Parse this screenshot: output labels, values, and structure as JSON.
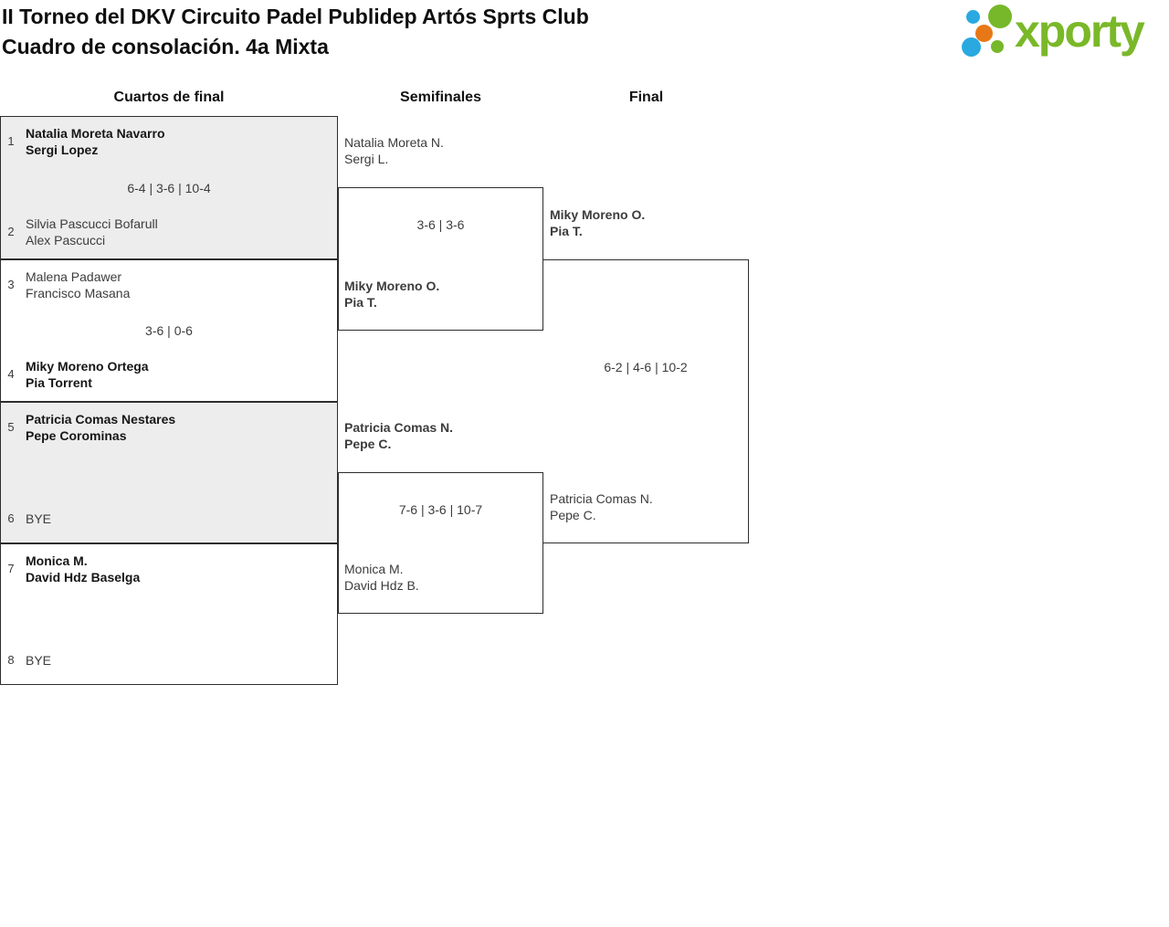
{
  "header": {
    "title_line1": "II Torneo del DKV Circuito Padel Publidep Artós Sprts Club",
    "title_line2": "Cuadro de consolación. 4a Mixta",
    "logo": {
      "text": "xporty",
      "green": "#76b82a",
      "blue": "#29a9e0",
      "orange": "#e87817"
    }
  },
  "bracket": {
    "rounds": [
      {
        "label": "Cuartos de final"
      },
      {
        "label": "Semifinales"
      },
      {
        "label": "Final"
      }
    ],
    "colors": {
      "shaded_row": "#ededed",
      "border": "#2d2d2d"
    },
    "quarterfinals": [
      {
        "seed_top": "1",
        "team_top": [
          "Natalia Moreta Navarro",
          "Sergi Lopez"
        ],
        "top_winner": true,
        "score": "6-4 | 3-6 | 10-4",
        "seed_bottom": "2",
        "team_bottom": [
          "Silvia Pascucci Bofarull",
          "Alex Pascucci"
        ],
        "bottom_winner": false
      },
      {
        "seed_top": "3",
        "team_top": [
          "Malena Padawer",
          "Francisco Masana"
        ],
        "top_winner": false,
        "score": "3-6 | 0-6",
        "seed_bottom": "4",
        "team_bottom": [
          "Miky Moreno Ortega",
          "Pia Torrent"
        ],
        "bottom_winner": true
      },
      {
        "seed_top": "5",
        "team_top": [
          "Patricia Comas Nestares",
          "Pepe Corominas"
        ],
        "top_winner": true,
        "score": "",
        "seed_bottom": "6",
        "team_bottom": [
          "BYE"
        ],
        "bottom_winner": false
      },
      {
        "seed_top": "7",
        "team_top": [
          "Monica M.",
          "David Hdz Baselga"
        ],
        "top_winner": true,
        "score": "",
        "seed_bottom": "8",
        "team_bottom": [
          "BYE"
        ],
        "bottom_winner": false
      }
    ],
    "semifinals": [
      {
        "team_top": [
          "Natalia Moreta N.",
          "Sergi L."
        ],
        "top_winner": false,
        "score": "3-6 | 3-6",
        "team_bottom": [
          "Miky Moreno O.",
          "Pia T."
        ],
        "bottom_winner": true
      },
      {
        "team_top": [
          "Patricia Comas N.",
          "Pepe C."
        ],
        "top_winner": true,
        "score": "7-6 | 3-6 | 10-7",
        "team_bottom": [
          "Monica M.",
          "David Hdz B."
        ],
        "bottom_winner": false
      }
    ],
    "final": {
      "team_top": [
        "Miky Moreno O.",
        "Pia T."
      ],
      "top_winner": true,
      "score": "6-2 | 4-6 | 10-2",
      "team_bottom": [
        "Patricia Comas N.",
        "Pepe C."
      ],
      "bottom_winner": false
    }
  }
}
